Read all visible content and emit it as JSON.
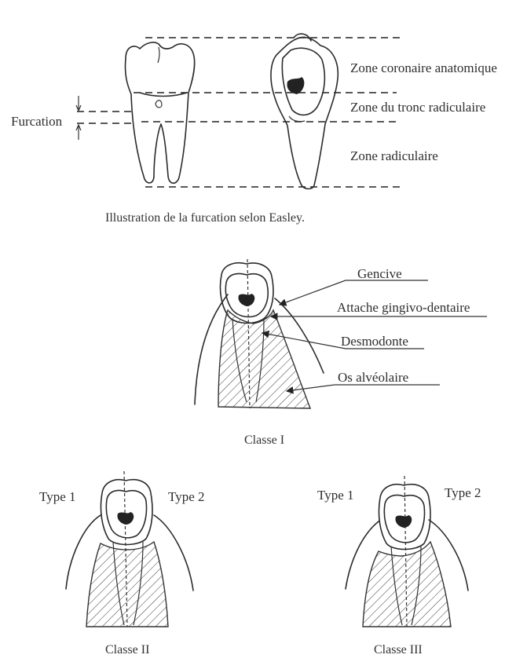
{
  "figure1": {
    "zone_coronaire": "Zone coronaire anatomique",
    "zone_tronc": "Zone du tronc radiculaire",
    "zone_radiculaire": "Zone radiculaire",
    "furcation": "Furcation",
    "caption": "Illustration de la furcation selon Easley."
  },
  "figure2": {
    "gencive": "Gencive",
    "attache": "Attache gingivo-dentaire",
    "desmodonte": "Desmodonte",
    "os": "Os alvéolaire",
    "caption": "Classe I"
  },
  "figure3": {
    "type1": "Type 1",
    "type2": "Type 2",
    "caption": "Classe II"
  },
  "figure4": {
    "type1": "Type 1",
    "type2": "Type 2",
    "caption": "Classe III"
  }
}
